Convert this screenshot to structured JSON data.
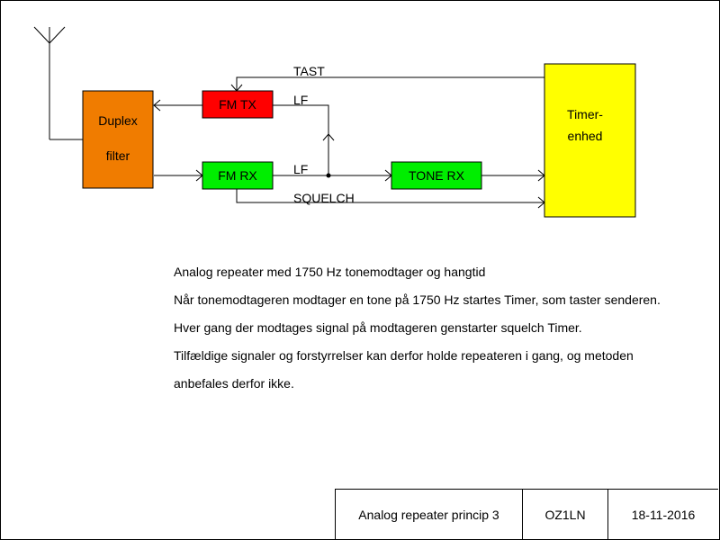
{
  "blocks": {
    "duplex": {
      "line1": "Duplex",
      "line2": "filter",
      "color": "#f07c00"
    },
    "fm_tx": {
      "label": "FM TX",
      "color": "#ff0000"
    },
    "fm_rx": {
      "label": "FM RX",
      "color": "#00ee00"
    },
    "tone_rx": {
      "label": "TONE RX",
      "color": "#00ee00"
    },
    "timer": {
      "line1": "Timer-",
      "line2": "enhed",
      "color": "#ffff00"
    }
  },
  "signals": {
    "tast": "TAST",
    "lf_tx": "LF",
    "lf_rx": "LF",
    "squelch": "SQUELCH"
  },
  "notes": [
    "Analog repeater med 1750 Hz tonemodtager og hangtid",
    "Når tonemodtageren modtager en tone på 1750 Hz startes Timer, som taster senderen.",
    "Hver gang der modtages signal på modtageren genstarter squelch Timer.",
    "Tilfældige signaler og forstyrrelser kan derfor holde repeateren i gang, og metoden",
    "anbefales derfor ikke."
  ],
  "title_block": {
    "title": "Analog repeater princip 3",
    "author": "OZ1LN",
    "date": "18-11-2016"
  }
}
